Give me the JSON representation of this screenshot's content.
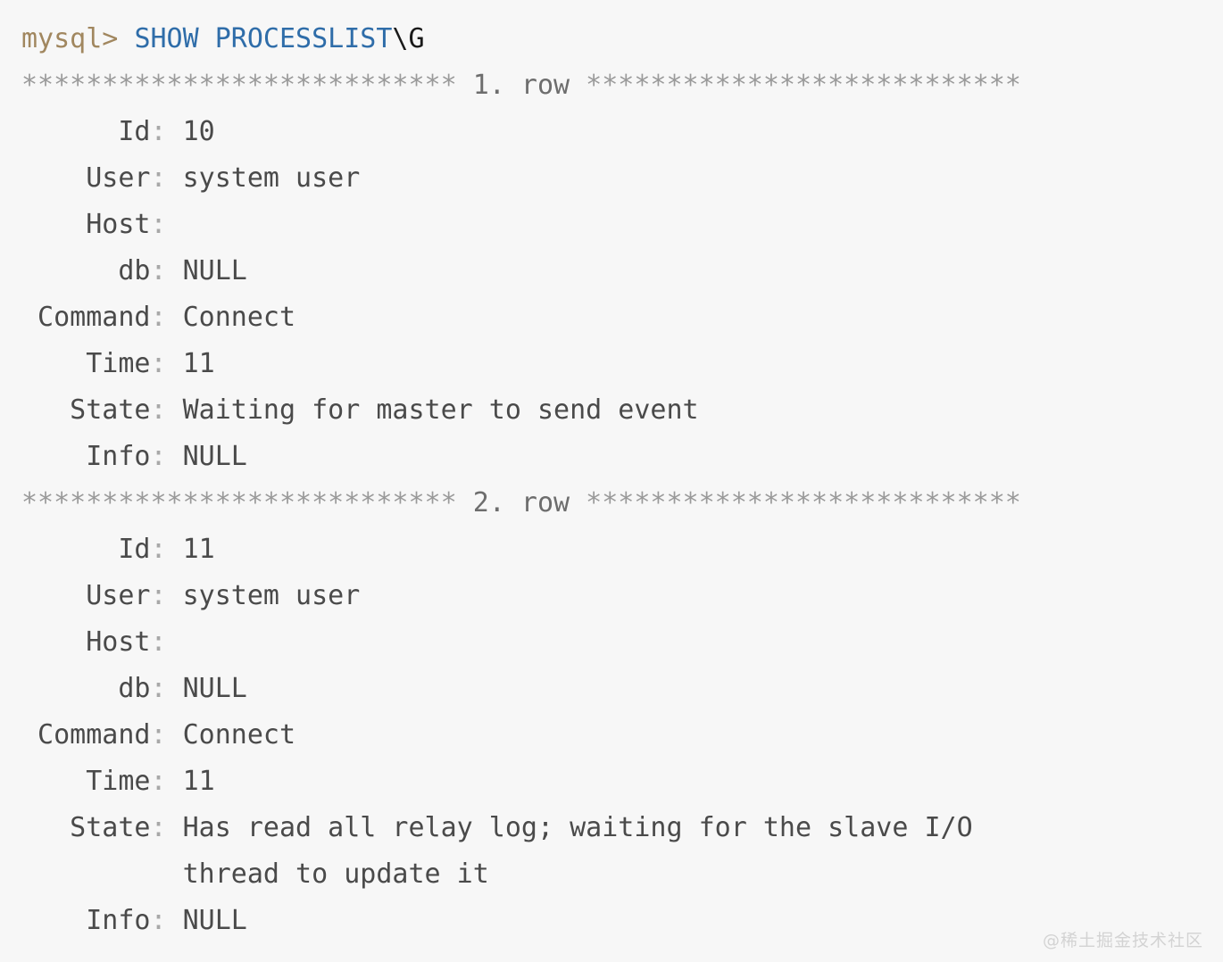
{
  "terminal": {
    "background_color": "#f7f7f7",
    "foreground_color": "#4a4a4a",
    "prompt_color": "#a1875f",
    "keyword_color": "#2f6da9",
    "separator_color": "#9a9a9a",
    "colon_color": "#a8a8a8"
  },
  "command_line": {
    "prompt": "mysql>",
    "keyword": "SHOW PROCESSLIST",
    "terminator": "\\G"
  },
  "separators": {
    "stars_left": "***************************",
    "stars_right": "***************************",
    "row1_label": "1. row",
    "row2_label": "2. row"
  },
  "rows": [
    {
      "index": "1. row",
      "fields": [
        {
          "label": "Id",
          "value": "10"
        },
        {
          "label": "User",
          "value": "system user"
        },
        {
          "label": "Host",
          "value": ""
        },
        {
          "label": "db",
          "value": "NULL"
        },
        {
          "label": "Command",
          "value": "Connect"
        },
        {
          "label": "Time",
          "value": "11"
        },
        {
          "label": "State",
          "value": "Waiting for master to send event"
        },
        {
          "label": "Info",
          "value": "NULL"
        }
      ]
    },
    {
      "index": "2. row",
      "fields": [
        {
          "label": "Id",
          "value": "11"
        },
        {
          "label": "User",
          "value": "system user"
        },
        {
          "label": "Host",
          "value": ""
        },
        {
          "label": "db",
          "value": "NULL"
        },
        {
          "label": "Command",
          "value": "Connect"
        },
        {
          "label": "Time",
          "value": "11"
        },
        {
          "label": "State",
          "value": "Has read all relay log; waiting for the slave I/O",
          "continuation": "thread to update it"
        },
        {
          "label": "Info",
          "value": "NULL"
        }
      ]
    }
  ],
  "watermark": {
    "text": "@稀土掘金技术社区"
  }
}
